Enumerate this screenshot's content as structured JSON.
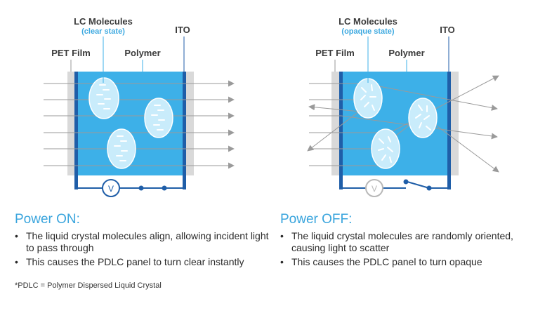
{
  "left": {
    "lc_title": "LC Molecules",
    "lc_state": "(clear state)",
    "ito": "ITO",
    "pet": "PET Film",
    "polymer": "Polymer",
    "meter": "V",
    "heading": "Power ON:",
    "bullets": [
      "The liquid crystal molecules align, allowing incident light to pass through",
      "This causes the PDLC panel to turn clear instantly"
    ]
  },
  "right": {
    "lc_title": "LC Molecules",
    "lc_state": "(opaque state)",
    "ito": "ITO",
    "pet": "PET Film",
    "polymer": "Polymer",
    "meter": "V",
    "heading": "Power OFF:",
    "bullets": [
      "The liquid crystal molecules are randomly oriented, causing light to scatter",
      "This causes the PDLC panel to turn opaque"
    ]
  },
  "bullet_glyph": "•",
  "footnote": "*PDLC = Polymer Dispersed Liquid Crystal",
  "colors": {
    "polymer_fill": "#3db0e8",
    "pet_film": "#d9d9d9",
    "ito_electrode": "#1f5ea8",
    "droplet": "#c9ecfb",
    "light_ray": "#9a9a9a",
    "heading": "#3aa5dd",
    "switch_off_circle": "#b8b8b8"
  }
}
